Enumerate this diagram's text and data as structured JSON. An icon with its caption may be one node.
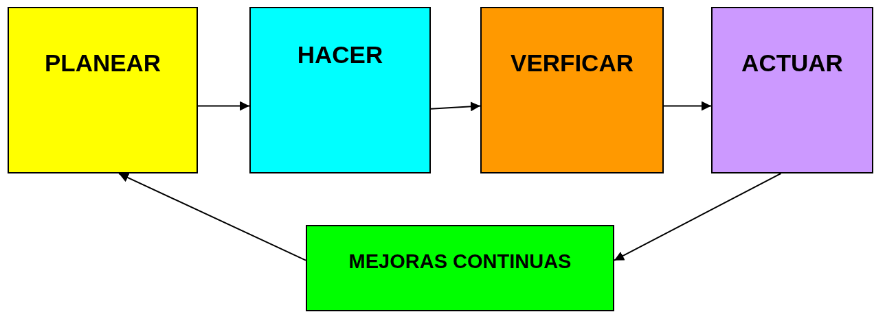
{
  "diagram": {
    "nodes": [
      {
        "text": [
          "PLANEAR"
        ]
      },
      {
        "text": [
          "HACER"
        ]
      },
      {
        "text": [
          "VERFICAR"
        ]
      },
      {
        "text": [
          "ACTUAR"
        ]
      },
      {
        "text": [
          "MEJORAS CONTINUAS"
        ]
      }
    ],
    "edges": [
      {
        "from": 0,
        "to": 1,
        "arrow": "to"
      },
      {
        "from": 1,
        "to": 2,
        "arrow": "to"
      },
      {
        "from": 2,
        "to": 3,
        "arrow": "to"
      },
      {
        "from": 3,
        "to": 4,
        "arrow": "to"
      },
      {
        "from": 4,
        "to": 0,
        "arrow": "to"
      }
    ]
  }
}
